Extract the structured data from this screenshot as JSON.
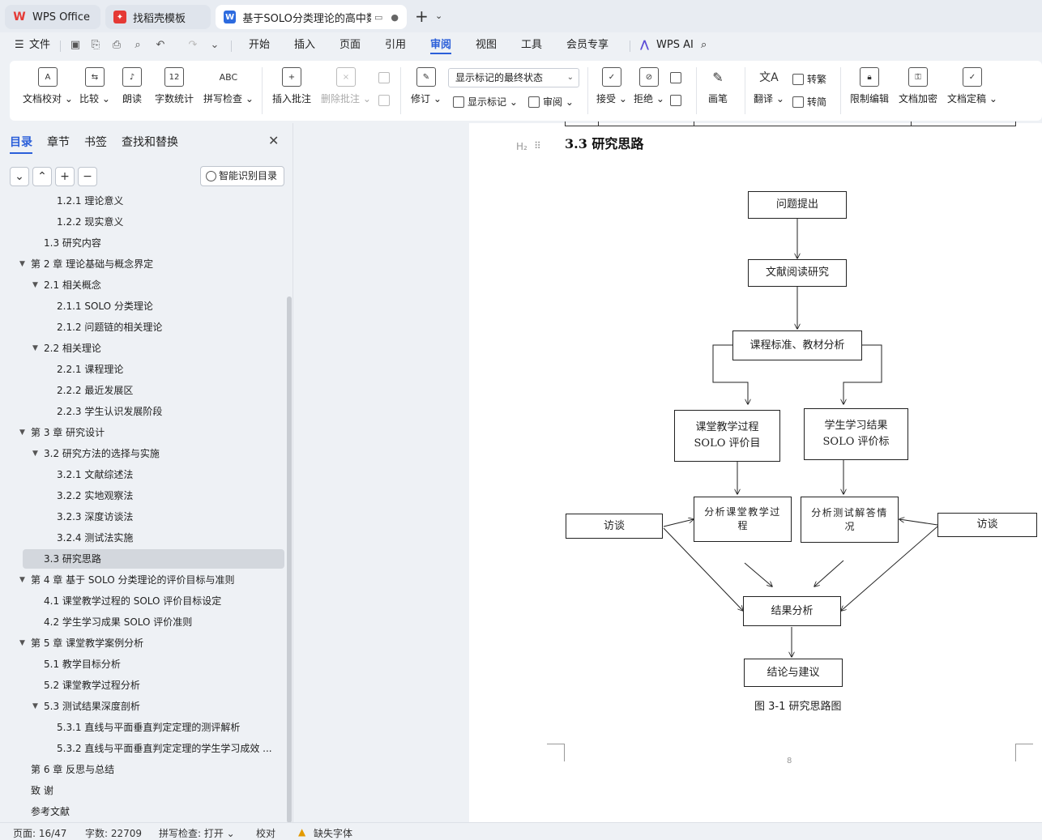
{
  "tabs": [
    {
      "label": "WPS Office"
    },
    {
      "label": "找稻壳模板"
    },
    {
      "label": "基于SOLO分类理论的高中数学"
    }
  ],
  "menu": {
    "file": "文件",
    "items": [
      "开始",
      "插入",
      "页面",
      "引用",
      "审阅",
      "视图",
      "工具",
      "会员专享"
    ],
    "ai": "WPS AI"
  },
  "ribbon": {
    "proofread": "文档校对",
    "compare": "比较",
    "read_aloud": "朗读",
    "word_count": "字数统计",
    "word_count_icon": "12",
    "spell_check": "拼写检查",
    "spell_icon": "ABC",
    "insert_comment": "插入批注",
    "delete_comment": "删除批注",
    "revise": "修订",
    "markup_select": "显示标记的最终状态",
    "show_markup": "显示标记",
    "review": "审阅",
    "accept": "接受",
    "reject": "拒绝",
    "ink": "画笔",
    "translate": "翻译",
    "to_traditional": "转繁",
    "to_simplified": "转简",
    "restrict_edit": "限制编辑",
    "encrypt": "文档加密",
    "finalize": "文档定稿"
  },
  "nav": {
    "tabs": [
      "目录",
      "章节",
      "书签",
      "查找和替换"
    ],
    "smart_toc": "智能识别目录",
    "toc": [
      {
        "text": "1.2.1  理论意义",
        "level": 3
      },
      {
        "text": "1.2.2  现实意义",
        "level": 3
      },
      {
        "text": "1.3  研究内容",
        "level": 2
      },
      {
        "text": "第 2 章  理论基础与概念界定",
        "level": 1,
        "expanded": true
      },
      {
        "text": "2.1  相关概念",
        "level": 2,
        "expanded": true
      },
      {
        "text": "2.1.1 SOLO 分类理论",
        "level": 3
      },
      {
        "text": "2.1.2  问题链的相关理论",
        "level": 3
      },
      {
        "text": "2.2  相关理论",
        "level": 2,
        "expanded": true
      },
      {
        "text": "2.2.1  课程理论",
        "level": 3
      },
      {
        "text": "2.2.2  最近发展区",
        "level": 3
      },
      {
        "text": "2.2.3  学生认识发展阶段",
        "level": 3
      },
      {
        "text": "第 3 章  研究设计",
        "level": 1,
        "expanded": true
      },
      {
        "text": "3.2  研究方法的选择与实施",
        "level": 2,
        "expanded": true
      },
      {
        "text": "3.2.1  文献综述法",
        "level": 3
      },
      {
        "text": "3.2.2  实地观察法",
        "level": 3
      },
      {
        "text": "3.2.3  深度访谈法",
        "level": 3
      },
      {
        "text": "3.2.4  测试法实施",
        "level": 3
      },
      {
        "text": "3.3  研究思路",
        "level": 2,
        "selected": true
      },
      {
        "text": "第 4 章  基于 SOLO 分类理论的评价目标与准则",
        "level": 1,
        "expanded": true
      },
      {
        "text": "4.1  课堂教学过程的 SOLO 评价目标设定",
        "level": 2
      },
      {
        "text": "4.2  学生学习成果 SOLO 评价准则",
        "level": 2
      },
      {
        "text": "第 5 章  课堂教学案例分析",
        "level": 1,
        "expanded": true
      },
      {
        "text": "5.1  教学目标分析",
        "level": 2
      },
      {
        "text": "5.2  课堂教学过程分析",
        "level": 2
      },
      {
        "text": "5.3  测试结果深度剖析",
        "level": 2,
        "expanded": true
      },
      {
        "text": "5.3.1  直线与平面垂直判定定理的测评解析",
        "level": 3
      },
      {
        "text": "5.3.2  直线与平面垂直判定定理的学生学习成效 ...",
        "level": 3
      },
      {
        "text": "第 6 章  反思与总结",
        "level": 1
      },
      {
        "text": "致    谢",
        "level": 1
      },
      {
        "text": "参考文献",
        "level": 1
      }
    ]
  },
  "document": {
    "h2_marker": "H₂",
    "heading": "3.3  研究思路",
    "flowchart": {
      "problem": "问题提出",
      "literature": "文献阅读研究",
      "curriculum": "课程标准、教材分析",
      "class_eval_1": "课堂教学过程",
      "class_eval_2": "SOLO  评价目",
      "student_eval_1": "学生学习结果",
      "student_eval_2": "SOLO  评价标",
      "analyze_class_1": "分析课堂教学过",
      "analyze_class_2": "程",
      "analyze_test_1": "分析测试解答情",
      "analyze_test_2": "况",
      "interview_left": "访谈",
      "interview_right": "访谈",
      "result": "结果分析",
      "conclusion": "结论与建议"
    },
    "caption": "图  3-1  研究思路图",
    "page_number": "8"
  },
  "status": {
    "page": "页面: 16/47",
    "words": "字数: 22709",
    "spell": "拼写检查: 打开",
    "proof": "校对",
    "missing_font": "缺失字体"
  },
  "colors": {
    "accent": "#2b5fd9",
    "wps_red": "#e53935",
    "doc_blue": "#2d6bdf"
  }
}
